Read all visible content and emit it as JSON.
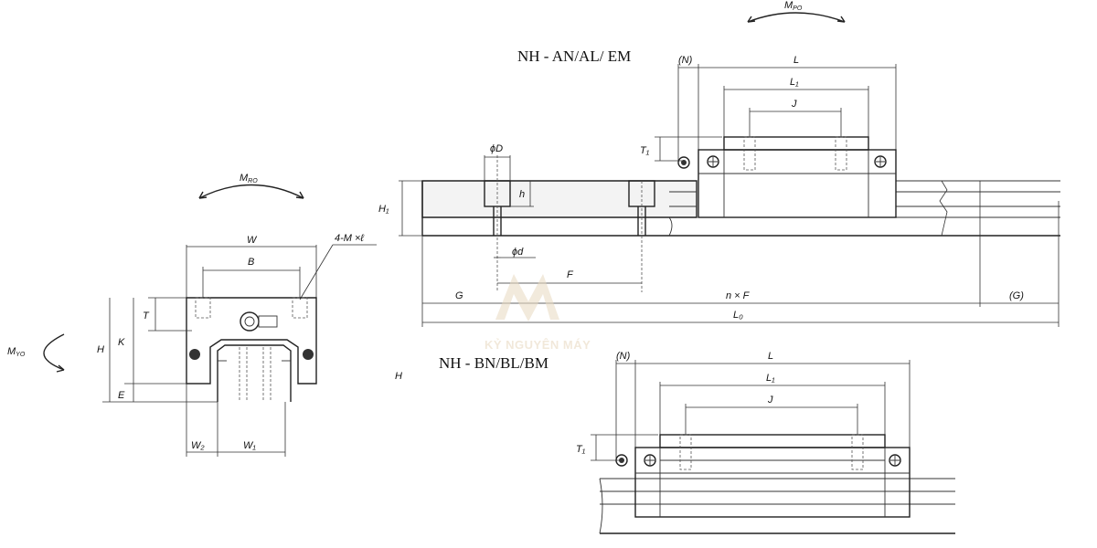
{
  "series": {
    "top": "NH - AN/AL/ EM",
    "bottom": "NH - BN/BL/BM"
  },
  "watermark": {
    "text": "KỶ NGUYÊN MÁY"
  },
  "dimensions": {
    "W": "W",
    "B": "B",
    "tap": "4-M ×ℓ",
    "T": "T",
    "K": "K",
    "H": "H",
    "E": "E",
    "W2": "W₂",
    "W1": "W₁",
    "H1": "H₁",
    "phiD": "ϕD",
    "h": "h",
    "phid": "ϕd",
    "F": "F",
    "G": "G",
    "nF": "n × F",
    "Gp": "(G)",
    "L0": "L₀",
    "N": "(N)",
    "L": "L",
    "L1": "L₁",
    "J": "J",
    "T1": "T₁",
    "MRo": "M",
    "MRo_sub": "RO",
    "MPo": "M",
    "MPo_sub": "PO",
    "MYo": "M",
    "MYo_sub": "YO",
    "stray_H": "H"
  }
}
